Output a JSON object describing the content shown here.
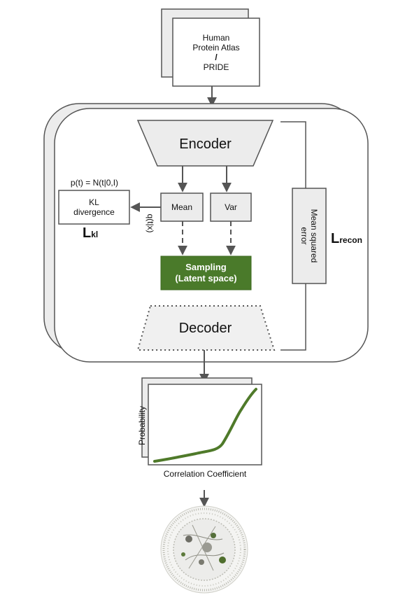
{
  "source": {
    "line1": "Human",
    "line2": "Protein Atlas",
    "line3": "/",
    "line4": "PRIDE"
  },
  "encoder": "Encoder",
  "mean": "Mean",
  "var": "Var",
  "kl": {
    "prior": "p(t) = N(t|0,I)",
    "line1": "KL",
    "line2": "divergence",
    "loss_main": "L",
    "loss_sub": "kl"
  },
  "posterior": "q(t|x)",
  "sampling": {
    "line1": "Sampling",
    "line2": "(Latent space)"
  },
  "decoder": "Decoder",
  "mse": {
    "line1": "Mean squared",
    "line2": "error"
  },
  "recon": {
    "main": "L",
    "sub": "recon"
  },
  "plot": {
    "ylabel": "Probability",
    "xlabel": "Correlation Coefficient"
  },
  "colors": {
    "sampling_fill": "#4a7a2a",
    "curve": "#4f7a2a",
    "box_fill": "#ececec",
    "stroke": "#555555"
  }
}
